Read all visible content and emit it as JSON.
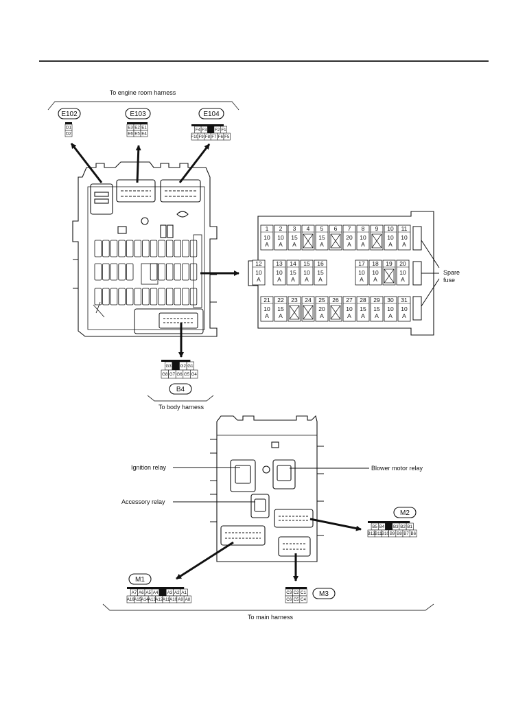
{
  "labels": {
    "engine_harness": "To engine room harness",
    "body_harness": "To body harness",
    "main_harness": "To main harness",
    "ignition_relay": "Ignition relay",
    "accessory_relay": "Accessory relay",
    "blower_relay": "Blower motor relay",
    "spare_fuse": [
      "Spare",
      "fuse"
    ]
  },
  "connectors": {
    "E102": {
      "name": "E102",
      "rows": [
        [
          "D1"
        ],
        [
          "D2"
        ]
      ]
    },
    "E103": {
      "name": "E103",
      "rows": [
        [
          "E3",
          "E2",
          "E1"
        ],
        [
          "E6",
          "E5",
          "E4"
        ]
      ]
    },
    "E104": {
      "name": "E104",
      "rows": [
        [
          "F4",
          "F3",
          "",
          "F2",
          "F1"
        ],
        [
          "F10",
          "F9",
          "F8",
          "F7",
          "F6",
          "F5"
        ]
      ]
    },
    "B4": {
      "name": "B4",
      "rows": [
        [
          "G3",
          "",
          "G2",
          "G1"
        ],
        [
          "G8",
          "G7",
          "G6",
          "G5",
          "G4"
        ]
      ]
    },
    "M1": {
      "name": "M1",
      "rows": [
        [
          "A7",
          "A6",
          "A5",
          "A4",
          "",
          "A3",
          "A2",
          "A1"
        ],
        [
          "A16",
          "A15",
          "A14",
          "A13",
          "A12",
          "A11",
          "A10",
          "A9",
          "A8"
        ]
      ]
    },
    "M2": {
      "name": "M2",
      "rows": [
        [
          "B5",
          "B4",
          "",
          "B3",
          "B2",
          "B1"
        ],
        [
          "B12",
          "B11",
          "B10",
          "B9",
          "B8",
          "B7",
          "B6"
        ]
      ]
    },
    "M3": {
      "name": "M3",
      "rows": [
        [
          "C3",
          "C2",
          "C1"
        ],
        [
          "C6",
          "C5",
          "C4"
        ]
      ]
    }
  },
  "fuse_rows": [
    [
      {
        "n": "1",
        "a": "10",
        "u": "A"
      },
      {
        "n": "2",
        "a": "10",
        "u": "A"
      },
      {
        "n": "3",
        "a": "15",
        "u": "A"
      },
      {
        "n": "4",
        "a": "",
        "u": ""
      },
      {
        "n": "5",
        "a": "15",
        "u": "A"
      },
      {
        "n": "6",
        "a": "",
        "u": ""
      },
      {
        "n": "7",
        "a": "20",
        "u": "A"
      },
      {
        "n": "8",
        "a": "10",
        "u": "A"
      },
      {
        "n": "9",
        "a": "",
        "u": ""
      },
      {
        "n": "10",
        "a": "10",
        "u": "A"
      },
      {
        "n": "11",
        "a": "10",
        "u": "A"
      }
    ],
    [
      {
        "n": "12",
        "a": "10",
        "u": "A"
      },
      {
        "n": "13",
        "a": "10",
        "u": "A"
      },
      {
        "n": "14",
        "a": "15",
        "u": "A"
      },
      {
        "n": "15",
        "a": "10",
        "u": "A"
      },
      {
        "n": "16",
        "a": "15",
        "u": "A"
      },
      {
        "n": "17",
        "a": "10",
        "u": "A"
      },
      {
        "n": "18",
        "a": "10",
        "u": "A"
      },
      {
        "n": "19",
        "a": "",
        "u": ""
      },
      {
        "n": "20",
        "a": "10",
        "u": "A"
      }
    ],
    [
      {
        "n": "21",
        "a": "10",
        "u": "A"
      },
      {
        "n": "22",
        "a": "15",
        "u": "A"
      },
      {
        "n": "23",
        "a": "",
        "u": ""
      },
      {
        "n": "24",
        "a": "",
        "u": ""
      },
      {
        "n": "25",
        "a": "20",
        "u": "A"
      },
      {
        "n": "26",
        "a": "",
        "u": ""
      },
      {
        "n": "27",
        "a": "10",
        "u": "A"
      },
      {
        "n": "28",
        "a": "15",
        "u": "A"
      },
      {
        "n": "29",
        "a": "15",
        "u": "A"
      },
      {
        "n": "30",
        "a": "10",
        "u": "A"
      },
      {
        "n": "31",
        "a": "10",
        "u": "A"
      }
    ]
  ]
}
